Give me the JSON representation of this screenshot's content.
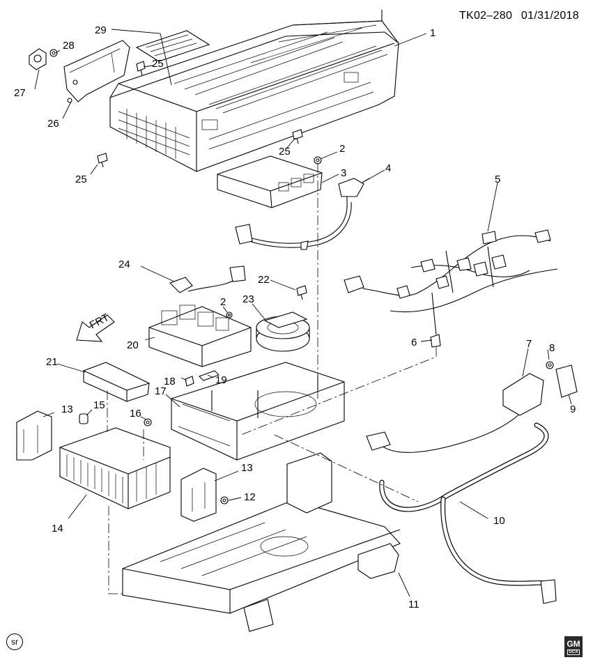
{
  "header": {
    "code": "TK02–280",
    "date": "01/31/2018"
  },
  "badges": {
    "sr": "sr",
    "gm": "GM",
    "gm_sub": "GCA"
  },
  "arrow": {
    "label": "FRT"
  },
  "callouts": {
    "c1": "1",
    "c2a": "2",
    "c2b": "2",
    "c3": "3",
    "c4": "4",
    "c5": "5",
    "c6": "6",
    "c7": "7",
    "c8": "8",
    "c9": "9",
    "c10": "10",
    "c11": "11",
    "c12": "12",
    "c13a": "13",
    "c13b": "13",
    "c14": "14",
    "c15": "15",
    "c16": "16",
    "c17": "17",
    "c18": "18",
    "c19": "19",
    "c20": "20",
    "c21": "21",
    "c22": "22",
    "c23": "23",
    "c24": "24",
    "c25a": "25",
    "c25b": "25",
    "c25c": "25",
    "c26": "26",
    "c27": "27",
    "c28": "28",
    "c29": "29"
  },
  "colors": {
    "line": "#000000",
    "background": "#ffffff",
    "badge": "#2a2a2a"
  }
}
